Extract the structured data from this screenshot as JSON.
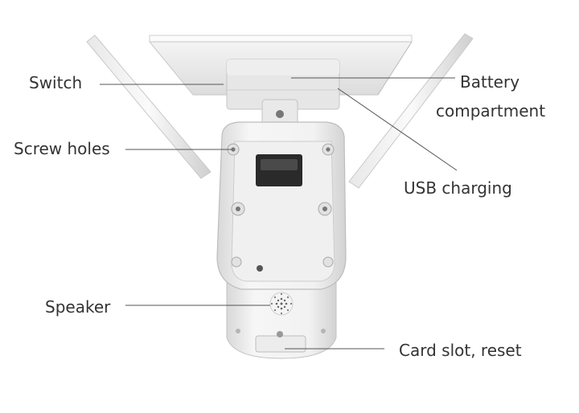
{
  "labels": {
    "switch": "Switch",
    "battery_line1": "Battery",
    "battery_line2": "compartment",
    "screw_holes": "Screw holes",
    "usb_charging": "USB charging",
    "speaker": "Speaker",
    "card_slot": "Card slot, reset"
  },
  "colors": {
    "label_text": "#333333",
    "leader_line": "#555555",
    "body_light": "#f1f1f1",
    "body_shade": "#d9d9d9",
    "outline": "#bdbdbd",
    "dark_port": "#2a2a2a"
  }
}
